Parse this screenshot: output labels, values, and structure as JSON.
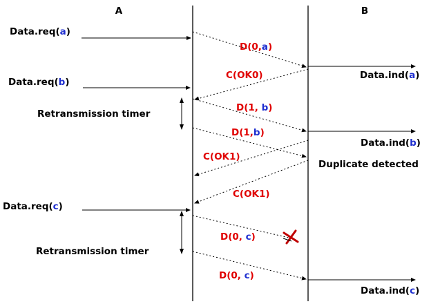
{
  "hosts": {
    "a": "A",
    "b": "B"
  },
  "colors": {
    "line": "#000000",
    "frame_text": "#e00000",
    "payload_text": "#1f2fd0",
    "lost_mark": "#c00000"
  },
  "requests": [
    {
      "prefix": "Data.req(",
      "arg": "a",
      "suffix": ")"
    },
    {
      "prefix": "Data.req(",
      "arg": "b",
      "suffix": ")"
    },
    {
      "prefix": "Data.req(",
      "arg": "c",
      "suffix": ")"
    }
  ],
  "indications": [
    {
      "prefix": "Data.ind(",
      "arg": "a",
      "suffix": ")"
    },
    {
      "prefix": "Data.ind(",
      "arg": "b",
      "suffix": ")"
    },
    {
      "prefix": "Data.ind(",
      "arg": "c",
      "suffix": ")"
    }
  ],
  "frames": {
    "d0a": {
      "head": "D(0,",
      "payload": "a",
      "tail": ")"
    },
    "ok0": {
      "text": "C(OK0)"
    },
    "d1b_first": {
      "head": "D(1, ",
      "payload": "b",
      "tail": ")"
    },
    "d1b_retx": {
      "head": "D(1,",
      "payload": "b",
      "tail": ")"
    },
    "ok1_first": {
      "text": "C(OK1)"
    },
    "ok1_second": {
      "text": "C(OK1)"
    },
    "d0c_lost": {
      "head": "D(0, ",
      "payload": "c",
      "tail": ")"
    },
    "d0c_retx": {
      "head": "D(0, ",
      "payload": "c",
      "tail": ")"
    }
  },
  "timers": [
    "Retransmission timer",
    "Retransmission timer"
  ],
  "duplicate_note": "Duplicate detected"
}
